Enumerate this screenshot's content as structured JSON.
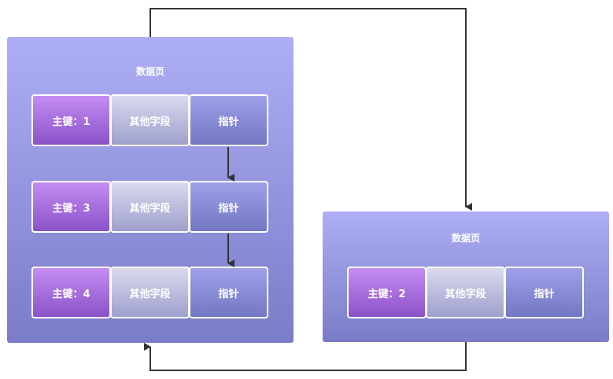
{
  "pages": [
    {
      "title": "数据页",
      "records": [
        {
          "key": "主键：1",
          "other": "其他字段",
          "pointer": "指针"
        },
        {
          "key": "主键：3",
          "other": "其他字段",
          "pointer": "指针"
        },
        {
          "key": "主键：4",
          "other": "其他字段",
          "pointer": "指针"
        }
      ]
    },
    {
      "title": "数据页",
      "records": [
        {
          "key": "主键：2",
          "other": "其他字段",
          "pointer": "指针"
        }
      ]
    }
  ],
  "colors": {
    "page_top": "#adaef5",
    "page_bottom": "#7a7cc7",
    "key_cell": "#a56ddc",
    "other_cell": "#bcbcdf",
    "pointer_cell": "#8a8dd6",
    "arrow": "#333333"
  }
}
